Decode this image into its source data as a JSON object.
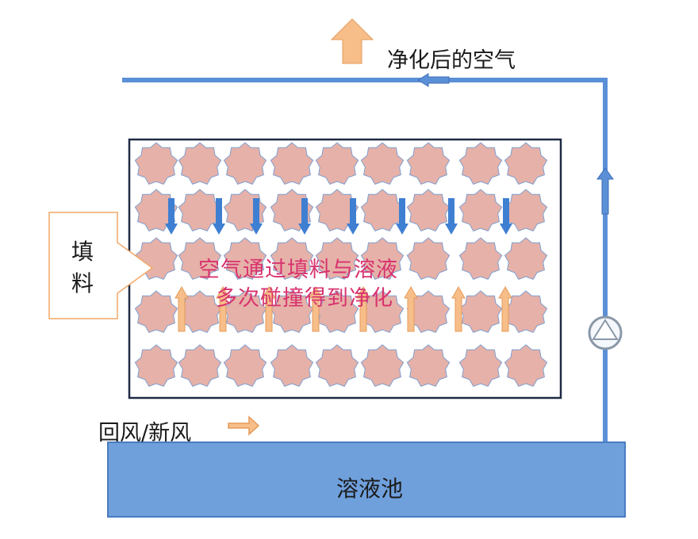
{
  "labels": {
    "purified_air": "净化后的空气",
    "inlet_air": "回风/新风",
    "solution_tank": "溶液池",
    "packing_line1": "填",
    "packing_line2": "料",
    "description_line1": "空气通过填料与溶液",
    "description_line2": "多次碰撞得到净化"
  },
  "icons": {
    "up_arrow": "up-arrow-icon",
    "right_arrow": "right-arrow-icon",
    "pump": "pump-icon",
    "packing_ball": "star-ball-icon",
    "spray_drop": "down-arrow-icon"
  },
  "colors": {
    "pipe": "#5b8fd6",
    "pipe_dark": "#3d6fb8",
    "packing_fill": "#e6b1a8",
    "packing_stroke": "#7f9fd0",
    "air_arrow": "#f7be8a",
    "air_arrow_stroke": "#e59b5a",
    "liquid_arrow": "#3f7fd2",
    "tank_fill": "#6fa0dc",
    "tank_stroke": "#4a7cc0",
    "description_text": "#d8336f",
    "box_border": "#1f2a44"
  },
  "packing": {
    "rows": 5,
    "cols": 9
  }
}
